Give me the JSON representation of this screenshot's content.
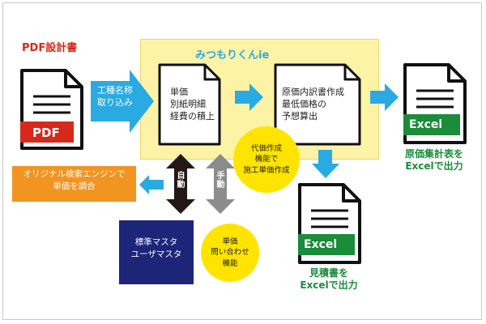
{
  "pdf_title": "PDF設計書",
  "main_title": "みつもりくんie",
  "pdf_label": "PDF",
  "blue_arrow_text": [
    "工種名称",
    "取り込み"
  ],
  "doc1_lines": [
    "単価",
    "別紙明細",
    "経費の積上"
  ],
  "doc2_lines": [
    "原価内訳書作成",
    "最低価格の",
    "予想算出"
  ],
  "excel_label": "Excel",
  "output_right": [
    "原価集計表を",
    "Excelで出力"
  ],
  "output_bottom": [
    "見積書を",
    "Excelで出力"
  ],
  "circle_top": [
    "代価作成",
    "機能で",
    "施工単価作成"
  ],
  "circle_bottom": [
    "単価",
    "問い合わせ",
    "機能"
  ],
  "orange_box": [
    "オリジナル検索エンジンで",
    "単価を調合"
  ],
  "navy_box": [
    "標準マスタ",
    "ユーザマスタ"
  ],
  "auto_label": "自動",
  "manual_label": "手動",
  "colors": {
    "blue": "#2aaae2",
    "red": "#d7281c",
    "green": "#1a8c3a",
    "yellow": "#ffe400",
    "pale_yellow": "#fdf3a6",
    "orange": "#f29420",
    "navy": "#1d2579",
    "black_arrow": "#231815",
    "gray_arrow": "#8c8c8c"
  }
}
